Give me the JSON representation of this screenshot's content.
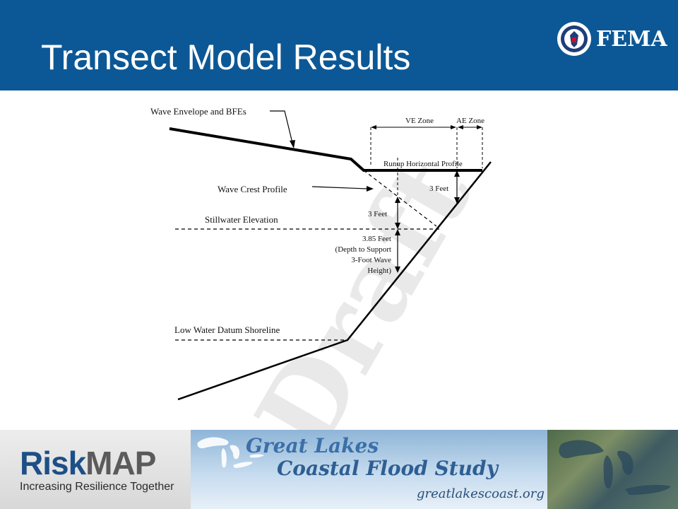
{
  "header": {
    "title": "Transect Model Results",
    "logo_text": "FEMA",
    "background_color": "#0c5896"
  },
  "diagram": {
    "watermark": "Draft",
    "labels": {
      "wave_envelope": "Wave Envelope and BFEs",
      "ve_zone": "VE Zone",
      "ae_zone": "AE Zone",
      "runup_profile": "Runup Horizontal Profile",
      "wave_crest": "Wave Crest Profile",
      "three_feet_upper": "3 Feet",
      "three_feet_lower": "3 Feet",
      "stillwater": "Stillwater Elevation",
      "depth_lines": [
        "3.85 Feet",
        "(Depth to Support",
        "3-Foot Wave",
        "Height)"
      ],
      "low_water": "Low Water Datum Shoreline"
    }
  },
  "footer": {
    "riskmap_brand_a": "Risk",
    "riskmap_brand_b": "MAP",
    "riskmap_tagline": "Increasing Resilience Together",
    "study_line1": "Great Lakes",
    "study_line2": "Coastal Flood Study",
    "study_url": "greatlakescoast.org"
  }
}
